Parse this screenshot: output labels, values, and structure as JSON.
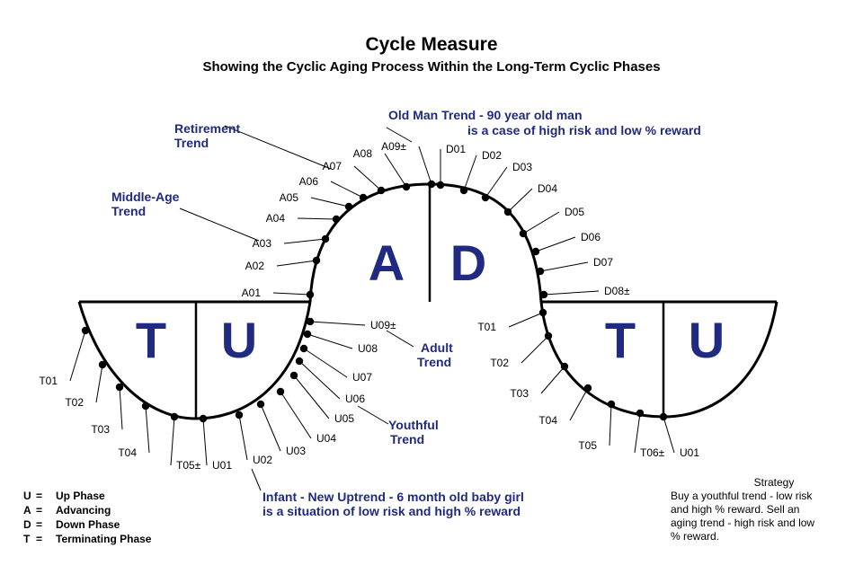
{
  "title": "Cycle Measure",
  "subtitle": "Showing the Cyclic Aging Process Within the Long-Term Cyclic Phases",
  "phase_letters": {
    "t_left": "T",
    "u_left": "U",
    "a_mid": "A",
    "d_mid": "D",
    "t_right": "T",
    "u_right": "U"
  },
  "points": {
    "left_bowl": [
      "T01",
      "T02",
      "T03",
      "T04",
      "T05±",
      "U01",
      "U02",
      "U03",
      "U04",
      "U05",
      "U06",
      "U07",
      "U08",
      "U09±"
    ],
    "dome": [
      "A01",
      "A02",
      "A03",
      "A04",
      "A05",
      "A06",
      "A07",
      "A08",
      "A09±",
      "D01",
      "D02",
      "D03",
      "D04",
      "D05",
      "D06",
      "D07",
      "D08±"
    ],
    "right_bowl": [
      "T01",
      "T02",
      "T03",
      "T04",
      "T05",
      "T06±",
      "U01"
    ]
  },
  "annotations": {
    "retirement": [
      "Retirement",
      "Trend"
    ],
    "middle_age": [
      "Middle-Age",
      "Trend"
    ],
    "old_man": [
      "Old Man Trend - 90 year old man",
      "is a case of high risk and low % reward"
    ],
    "adult": [
      "Adult",
      "Trend"
    ],
    "youthful": [
      "Youthful",
      "Trend"
    ],
    "infant": [
      "Infant - New Uptrend - 6 month old baby girl",
      "is a situation of low risk and high % reward"
    ]
  },
  "legend": [
    {
      "key": "U",
      "text": "Up Phase"
    },
    {
      "key": "A",
      "text": "Advancing"
    },
    {
      "key": "D",
      "text": "Down Phase"
    },
    {
      "key": "T",
      "text": "Terminating Phase"
    }
  ],
  "strategy": {
    "heading": "Strategy",
    "lines": [
      "Buy a youthful trend - low risk",
      "and high % reward.  Sell an",
      "aging trend - high risk and low",
      "% reward."
    ]
  },
  "colors": {
    "annotation": "#1f2a80",
    "ink": "#000000"
  }
}
